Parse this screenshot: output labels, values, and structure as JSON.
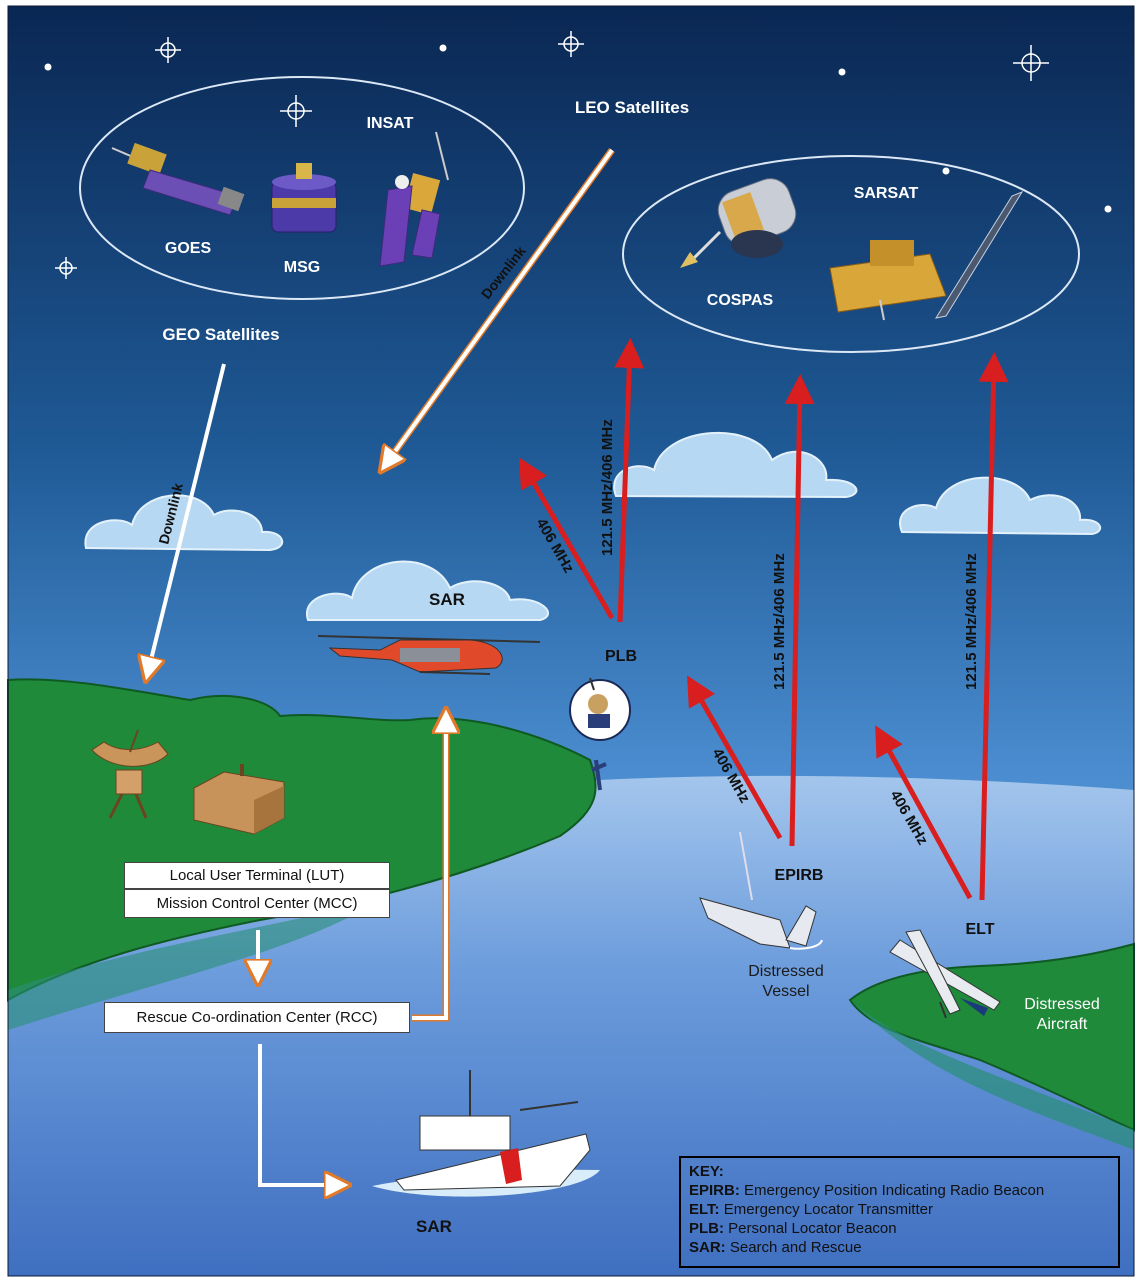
{
  "labels": {
    "leo_satellites": "LEO Satellites",
    "geo_satellites": "GEO Satellites",
    "goes": "GOES",
    "msg": "MSG",
    "insat": "INSAT",
    "sarsat": "SARSAT",
    "cospas": "COSPAS",
    "downlink_leo": "Downlink",
    "downlink_geo": "Downlink",
    "sar_air": "SAR",
    "sar_sea": "SAR",
    "plb": "PLB",
    "epirb": "EPIRB",
    "elt": "ELT",
    "distressed_vessel_1": "Distressed",
    "distressed_vessel_2": "Vessel",
    "distressed_aircraft_1": "Distressed",
    "distressed_aircraft_2": "Aircraft",
    "freq_406_plb": "406 MHz",
    "freq_dual_plb": "121.5 MHz/406 MHz",
    "freq_406_epirb": "406 MHz",
    "freq_dual_epirb": "121.5 MHz/406 MHz",
    "freq_406_elt": "406 MHz",
    "freq_dual_elt": "121.5 MHz/406 MHz"
  },
  "boxes": {
    "lut": "Local User Terminal (LUT)",
    "mcc": "Mission Control Center (MCC)",
    "rcc": "Rescue Co-ordination Center (RCC)"
  },
  "key": {
    "title": "KEY:",
    "items": [
      {
        "abbr": "EPIRB:",
        "text": "Emergency Position Indicating Radio Beacon"
      },
      {
        "abbr": "ELT:",
        "text": "Emergency Locator Transmitter"
      },
      {
        "abbr": "PLB:",
        "text": "Personal Locator Beacon"
      },
      {
        "abbr": "SAR:",
        "text": "Search and Rescue"
      }
    ]
  },
  "colors": {
    "sky_top": "#0a2a55",
    "sky_bottom": "#6aa9de",
    "land": "#1f8a3a",
    "sea": "#5d8fd4",
    "uplink_arrow": "#d81e1e",
    "downlink_arrow": "#ffffff",
    "downlink_accent": "#e07a2a"
  }
}
